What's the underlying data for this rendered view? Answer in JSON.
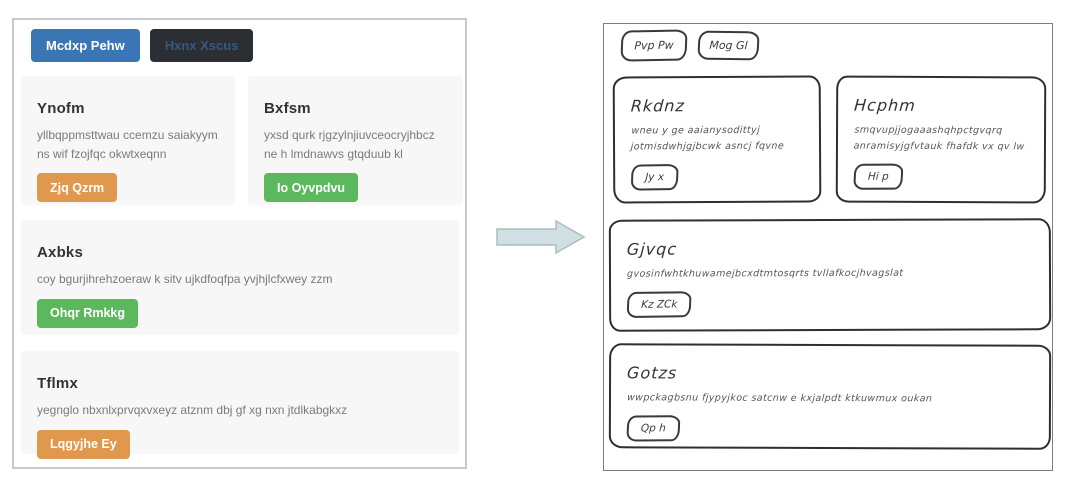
{
  "left_panel": {
    "toolbar": {
      "primary_button": "Mcdxp Pehw",
      "dark_button": "Hxnx Xscus"
    },
    "cards": [
      {
        "title": "Ynofm",
        "body": "yllbqppmsttwau ccemzu saiakyym ns wif fzojfqc okwtxeqnn",
        "button": "Zjq Qzrm",
        "accent": "orange"
      },
      {
        "title": "Bxfsm",
        "body": "yxsd qurk rjgzylnjiuvceocryjhbcz ne h lmdnawvs gtqduub kl",
        "button": "Io Oyvpdvu",
        "accent": "green"
      },
      {
        "title": "Axbks",
        "body": "coy bgurjihrehzoeraw k sitv ujkdfoqfpa yvjhjlcfxwey zzm",
        "button": "Ohqr Rmkkg",
        "accent": "green"
      },
      {
        "title": "Tflmx",
        "body": "yegnglo nbxnlxprvqxvxeyz atznm dbj gf xg nxn jtdlkabgkxz",
        "button": "Lqgyjhe Ey",
        "accent": "orange"
      }
    ]
  },
  "arrow": {
    "direction": "right"
  },
  "right_panel": {
    "toolbar": {
      "button_1": "Pvp Pw",
      "button_2": "Mog Gl"
    },
    "cards": [
      {
        "title": "Rkdnz",
        "body": "wneu y ge aaianysodittyj jotmisdwhjgjbcwk asncj fqvne",
        "button": "Jy x"
      },
      {
        "title": "Hcphm",
        "body": "smqvupjjogaaashqhpctgvqrq anramisyjgfvtauk fhafdk vx qv lw",
        "button": "Hi p"
      },
      {
        "title": "Gjvqc",
        "body": "gvosinfwhtkhuwamejbcxdtmtosqrts tvllafkocjhvagslat",
        "button": "Kz ZCk"
      },
      {
        "title": "Gotzs",
        "body": "wwpckagbsnu fjypyjkoc satcnw e kxjalpdt ktkuwmux oukan",
        "button": "Qp h"
      }
    ]
  },
  "colors": {
    "primary_blue": "#3a76b4",
    "dark_button_bg": "#2b2e33",
    "dark_button_text": "#345a82",
    "orange": "#e0984e",
    "green": "#5cb85c",
    "card_bg": "#f7f7f7",
    "panel_border_left": "#c9c9c9",
    "panel_border_right": "#7d7d7d",
    "sketch_ink": "#3a3a3a",
    "arrow_fill": "#cfdfe2",
    "arrow_stroke": "#a8bec2"
  }
}
